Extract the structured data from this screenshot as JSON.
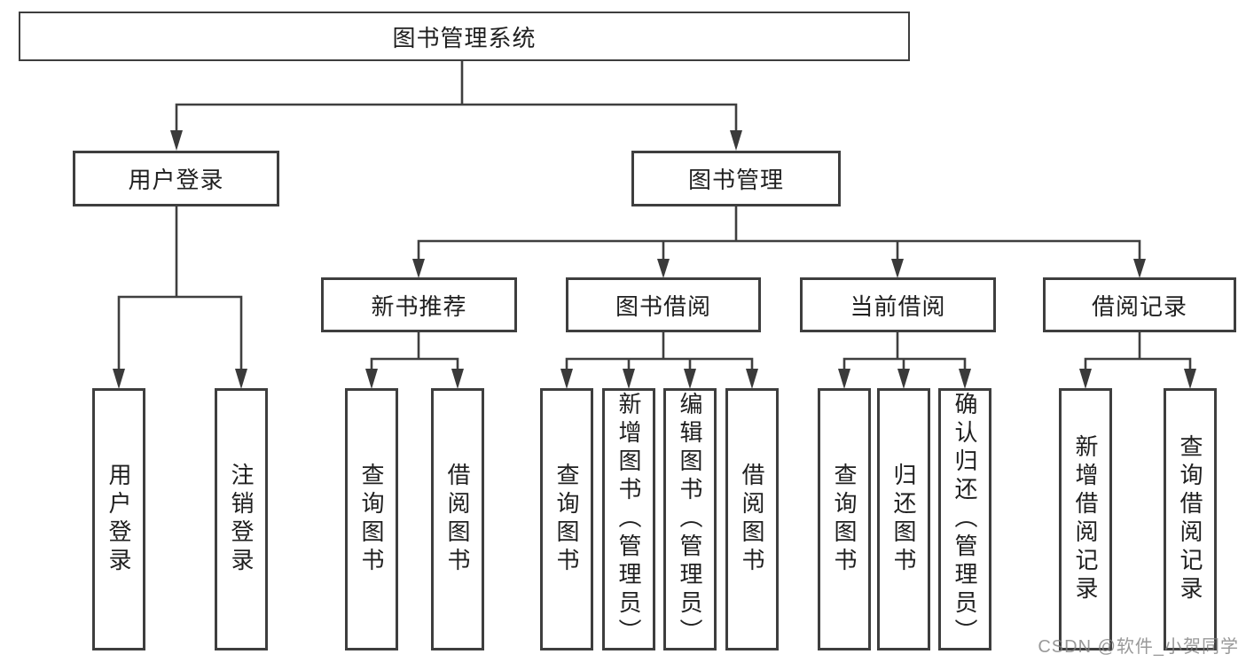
{
  "diagram_type": "hierarchy-tree",
  "tree": {
    "label": "图书管理系统",
    "children": [
      {
        "label": "用户登录",
        "children": [
          {
            "label": "用户登录"
          },
          {
            "label": "注销登录"
          }
        ]
      },
      {
        "label": "图书管理",
        "children": [
          {
            "label": "新书推荐",
            "children": [
              {
                "label": "查询图书"
              },
              {
                "label": "借阅图书"
              }
            ]
          },
          {
            "label": "图书借阅",
            "children": [
              {
                "label": "查询图书"
              },
              {
                "label": "新增图书（管理员）"
              },
              {
                "label": "编辑图书（管理员）"
              },
              {
                "label": "借阅图书"
              }
            ]
          },
          {
            "label": "当前借阅",
            "children": [
              {
                "label": "查询图书"
              },
              {
                "label": "归还图书"
              },
              {
                "label": "确认归还（管理员）"
              }
            ]
          },
          {
            "label": "借阅记录",
            "children": [
              {
                "label": "新增借阅记录"
              },
              {
                "label": "查询借阅记录"
              }
            ]
          }
        ]
      }
    ]
  },
  "watermark": {
    "text": "CSDN @软件_小贺同学"
  },
  "colors": {
    "background": "#ffffff",
    "box_border": "#3e3e3e",
    "line": "#3f3f3f",
    "text": "#1f1f1f",
    "watermark": "#808080"
  }
}
